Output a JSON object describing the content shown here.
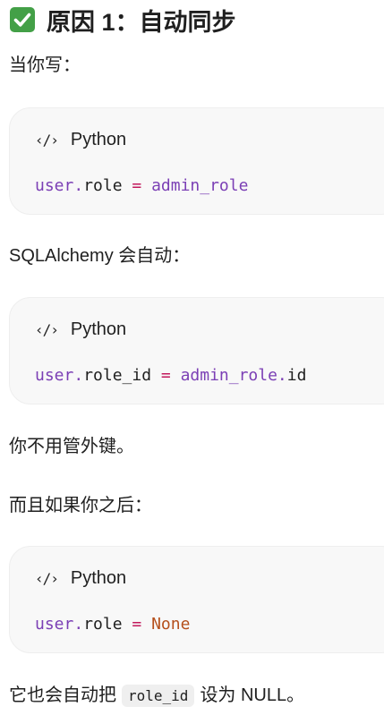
{
  "heading": {
    "title": "原因 1：自动同步"
  },
  "paragraphs": {
    "p1": "当你写：",
    "p2": "SQLAlchemy 会自动：",
    "p3": "你不用管外键。",
    "p4": "而且如果你之后：",
    "p5_before": "它也会自动把",
    "p5_code": "role_id",
    "p5_after": "设为 NULL。"
  },
  "code_blocks": [
    {
      "language": "Python",
      "tokens": {
        "var": "user.",
        "attr": "role",
        "op": " = ",
        "val": "admin_role",
        "rest": ""
      }
    },
    {
      "language": "Python",
      "tokens": {
        "var": "user.",
        "attr": "role_id",
        "op": " = ",
        "val": "admin_role.",
        "rest": "id"
      }
    },
    {
      "language": "Python",
      "tokens": {
        "var": "user.",
        "attr": "role",
        "op": " = ",
        "val": "None",
        "rest": ""
      }
    }
  ],
  "colors": {
    "check_icon_bg": "#43a047",
    "variable": "#7b3fb5",
    "operator": "#c2185b",
    "none_keyword": "#b5501c"
  }
}
